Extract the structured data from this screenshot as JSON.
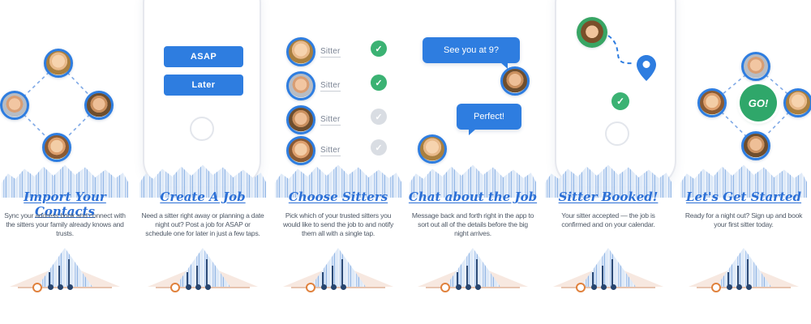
{
  "colors": {
    "accent_blue": "#2e7de0",
    "accent_green": "#3bb273",
    "go_green": "#2fa76a",
    "band_blue": "#cfdff5",
    "deco_peach": "#f5e2d8",
    "dot_navy": "#27456f",
    "dot_orange": "#e0813c"
  },
  "steps": [
    {
      "title": "Import Your Contacts",
      "body": "Sync your address book and connect with the sitters your family already knows and trusts."
    },
    {
      "title": "Create A Job",
      "body": "Need a sitter right away or planning a date night out? Post a job for ASAP or schedule one for later in just a few taps.",
      "buttons": {
        "asap": "ASAP",
        "later": "Later"
      }
    },
    {
      "title": "Choose Sitters",
      "body": "Pick which of your trusted sitters you would like to send the job to and notify them all with a single tap.",
      "rows": [
        {
          "label": "Sitter",
          "checked": true
        },
        {
          "label": "Sitter",
          "checked": true
        },
        {
          "label": "Sitter",
          "checked": false
        },
        {
          "label": "Sitter",
          "checked": false
        }
      ]
    },
    {
      "title": "Chat about the Job",
      "body": "Message back and forth right in the app to sort out all of the details before the big night arrives.",
      "messages": [
        {
          "text": "See you at 9?",
          "side": "left"
        },
        {
          "text": "Perfect!",
          "side": "right"
        }
      ]
    },
    {
      "title": "Sitter Booked!",
      "body": "Your sitter accepted — the job is confirmed and on your calendar."
    },
    {
      "title": "Let's Get Started",
      "body": "Ready for a night out? Sign up and book your first sitter today.",
      "go_label": "GO!"
    }
  ]
}
